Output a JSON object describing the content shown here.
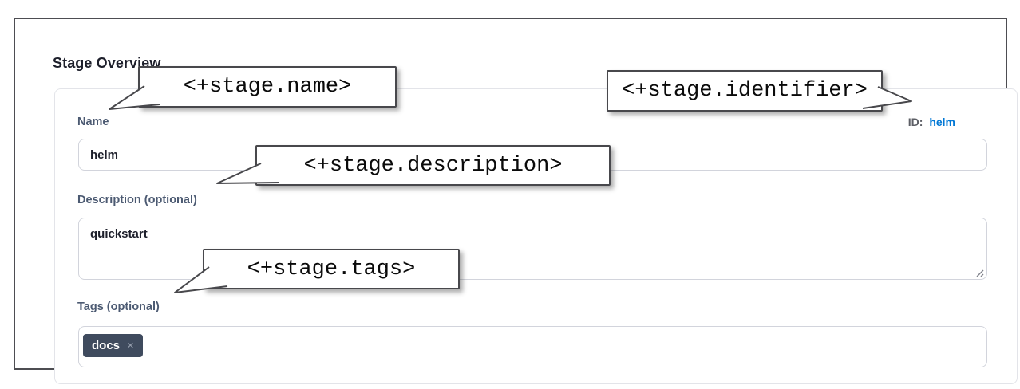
{
  "panel": {
    "title": "Stage Overview"
  },
  "form": {
    "name": {
      "label": "Name",
      "value": "helm"
    },
    "identifier": {
      "label": "ID:",
      "value": "helm"
    },
    "description": {
      "label": "Description (optional)",
      "value": "quickstart"
    },
    "tags": {
      "label": "Tags (optional)",
      "chips": [
        {
          "text": "docs",
          "remove_icon": "×"
        }
      ]
    }
  },
  "callouts": {
    "name": "<+stage.name>",
    "identifier": "<+stage.identifier>",
    "description": "<+stage.description>",
    "tags": "<+stage.tags>"
  },
  "colors": {
    "link_blue": "#0278d5",
    "chip_bg": "#3f4b5e",
    "label_slate": "#4c5a72",
    "frame_border": "#4d4d52"
  }
}
